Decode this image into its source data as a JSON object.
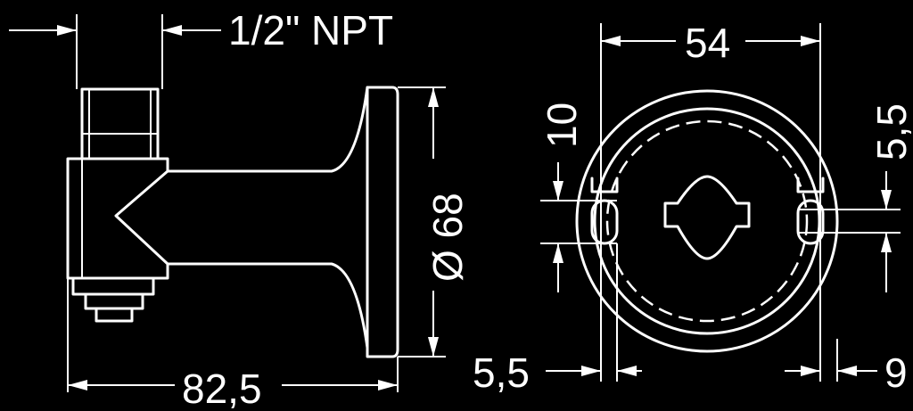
{
  "dimensions": {
    "thread": "1/2\" NPT",
    "length_total": "82,5",
    "flange_diameter": "Ø 68",
    "outer_width": "54",
    "slot_height": "10",
    "slot_width_right": "5,5",
    "offset_left": "5,5",
    "offset_right": "9"
  },
  "colors": {
    "background": "#000000",
    "line": "#ffffff"
  }
}
